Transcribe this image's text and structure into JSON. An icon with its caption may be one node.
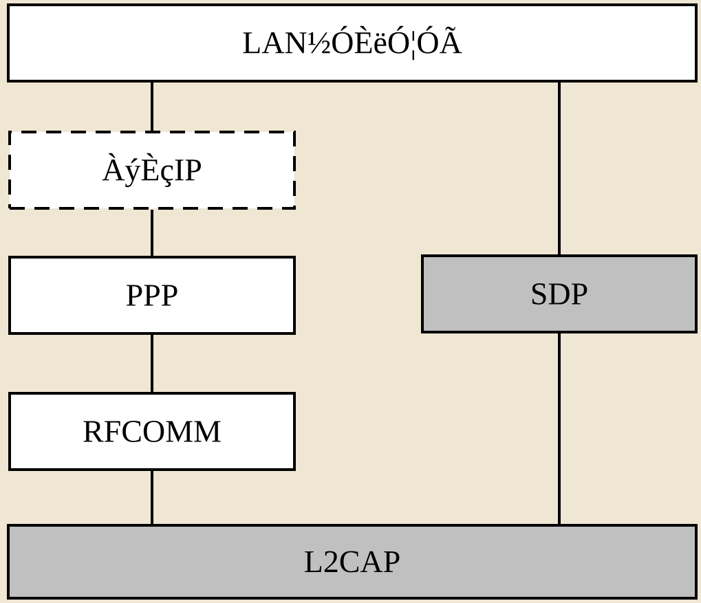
{
  "diagram": {
    "nodes": [
      {
        "text": [
          "LAN½ÓÈëÓ¦ÓÃ"
        ]
      },
      {
        "text": [
          "ÀýÈçIP"
        ]
      },
      {
        "text": [
          "PPP"
        ]
      },
      {
        "text": [
          "SDP"
        ]
      },
      {
        "text": [
          "RFCOMM"
        ]
      },
      {
        "text": [
          "L2CAP"
        ]
      }
    ],
    "edges": [
      {
        "from": 0,
        "to": 1,
        "arrow": "none"
      },
      {
        "from": 1,
        "to": 2,
        "arrow": "none"
      },
      {
        "from": 2,
        "to": 4,
        "arrow": "none"
      },
      {
        "from": 4,
        "to": 5,
        "arrow": "none"
      },
      {
        "from": 0,
        "to": 3,
        "arrow": "none"
      },
      {
        "from": 3,
        "to": 5,
        "arrow": "none"
      }
    ]
  }
}
